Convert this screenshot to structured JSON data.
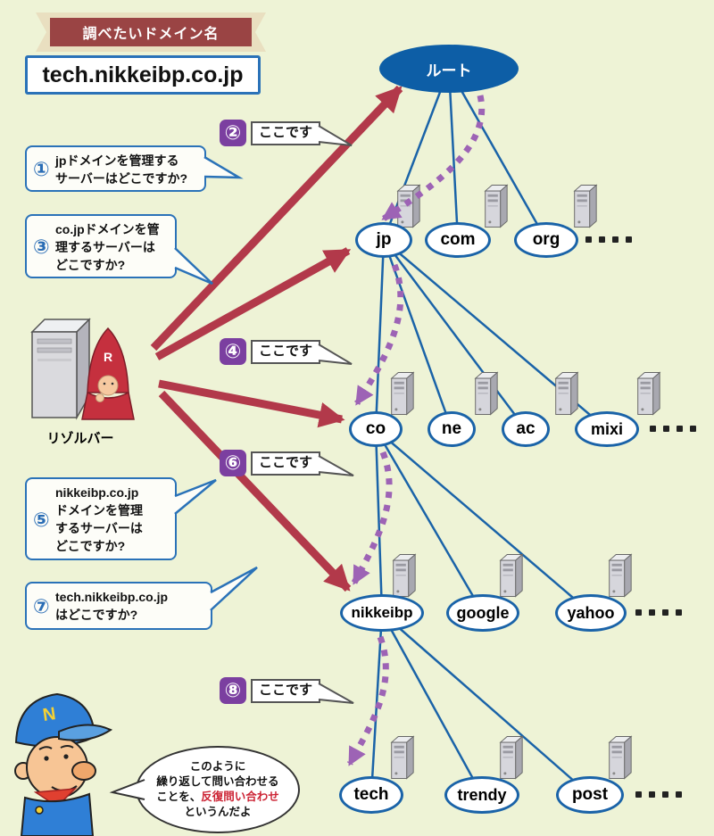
{
  "banner": {
    "label": "調べたいドメイン名"
  },
  "query_box": {
    "domain": "tech.nikkeibp.co.jp"
  },
  "tree": {
    "root": {
      "label": "ルート"
    },
    "domains": {
      "jp": "jp",
      "com": "com",
      "org": "org",
      "co": "co",
      "ne": "ne",
      "ac": "ac",
      "mixi": "mixi",
      "nikkeibp": "nikkeibp",
      "google": "google",
      "yahoo": "yahoo",
      "tech": "tech",
      "trendy": "trendy",
      "post": "post"
    }
  },
  "resolver": {
    "label": "リゾルバー",
    "hood_letter": "R"
  },
  "questions": [
    {
      "num": "①",
      "lines": [
        "jpドメインを管理する",
        "サーバーはどこですか?"
      ]
    },
    {
      "num": "③",
      "lines": [
        "co.jpドメインを管",
        "理するサーバーは",
        "どこですか?"
      ]
    },
    {
      "num": "⑤",
      "lines": [
        "nikkeibp.co.jp",
        "ドメインを管理",
        "するサーバーは",
        "どこですか?"
      ]
    },
    {
      "num": "⑦",
      "lines": [
        "tech.nikkeibp.co.jp",
        "はどこですか?"
      ]
    }
  ],
  "answers": [
    {
      "num": "②",
      "label": "ここです"
    },
    {
      "num": "④",
      "label": "ここです"
    },
    {
      "num": "⑥",
      "label": "ここです"
    },
    {
      "num": "⑧",
      "label": "ここです"
    }
  ],
  "mascot": {
    "cap_letter": "N",
    "bubble": {
      "line1": "このように",
      "line2": "繰り返して問い合わせる",
      "line3_pre": "ことを、",
      "line3_red": "反復問い合わせ",
      "line4": "というんだよ"
    }
  },
  "colors": {
    "background": "#eef3d6",
    "tree_blue": "#1a63a8",
    "arrow_red": "#b2394a",
    "arrow_purple": "#9d63b5",
    "root_fill": "#0d5ea6",
    "banner_red": "#9a4444",
    "accent_blue": "#2a72b8",
    "number_blue": "#2a6db5",
    "badge_purple": "#7b3fa0",
    "highlight_red": "#cc2233"
  }
}
